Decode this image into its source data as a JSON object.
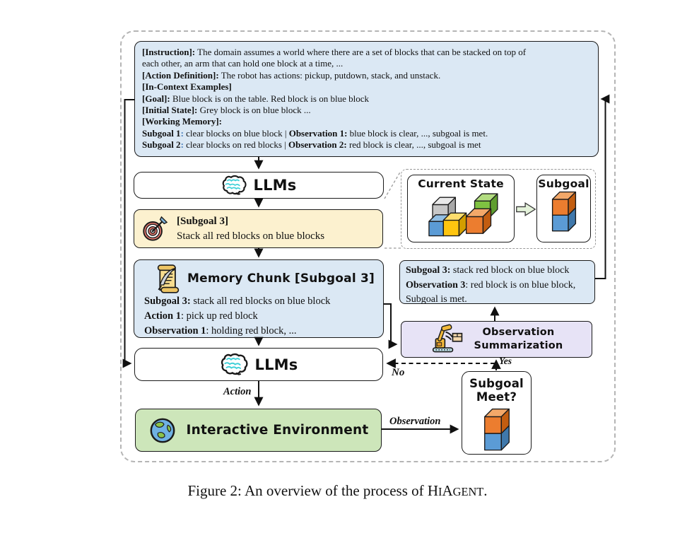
{
  "colors": {
    "box_blue": "#dbe8f4",
    "box_yellow": "#fcf1cf",
    "box_lavender": "#e7e3f6",
    "box_green": "#cde6ba",
    "brain_cyan": "#3fd0d8",
    "colon_blue": "#4a7ebb",
    "cube_grey": "#c7c7c7",
    "cube_green": "#7fc241",
    "cube_blue": "#5b9bd5",
    "cube_yellow": "#fec50f",
    "cube_orange": "#ec7d2f",
    "state_arrow_fill": "#e4f2da"
  },
  "diagram": {
    "instruction_box": {
      "lines": [
        [
          {
            "t": "[Instruction]:",
            "b": true
          },
          {
            "t": " The domain assumes a world where there are a set of blocks that can be stacked on top of"
          }
        ],
        [
          {
            "t": "each other,  an arm that can hold one block at a time, ..."
          }
        ],
        [
          {
            "t": "[Action Definition]:",
            "b": true
          },
          {
            "t": " The robot has actions: pickup, putdown, stack, and unstack."
          }
        ],
        [
          {
            "t": "[In-Context Examples]",
            "b": true
          }
        ],
        [
          {
            "t": "[Goal]:",
            "b": true
          },
          {
            "t": " Blue block is on the table. Red block is on blue block"
          }
        ],
        [
          {
            "t": "[Initial State]:",
            "b": true
          },
          {
            "t": " Grey block is on blue block ..."
          }
        ],
        [
          {
            "t": "[Working Memory]:",
            "b": true
          }
        ],
        [
          {
            "t": "Subgoal 1",
            "b": true
          },
          {
            "t": ":",
            "b": true,
            "c": "#4a7ebb"
          },
          {
            "t": " clear blocks on blue block | "
          },
          {
            "t": "Observation 1:",
            "b": true
          },
          {
            "t": " blue block is clear, ..., subgoal is met."
          }
        ],
        [
          {
            "t": "Subgoal 2",
            "b": true
          },
          {
            "t": ":",
            "b": true,
            "c": "#4a7ebb"
          },
          {
            "t": " clear blocks on red blocks | "
          },
          {
            "t": "Observation 2:",
            "b": true
          },
          {
            "t": " red block is clear, ..., subgoal is met"
          }
        ]
      ]
    },
    "llms_top": {
      "label": "LLMs"
    },
    "llms_bottom": {
      "label": "LLMs"
    },
    "subgoal3_box": {
      "lines": [
        [
          {
            "t": "[Subgoal 3]",
            "b": true
          }
        ],
        [
          {
            "t": "Stack all red blocks on blue blocks"
          }
        ]
      ]
    },
    "state_callout": {
      "current_state_title": "Current State",
      "subgoal_title": "Subgoal"
    },
    "memory_chunk": {
      "title": [
        {
          "t": "Memory Chunk "
        },
        {
          "t": "[Subgoal 3]",
          "b": true
        }
      ],
      "lines": [
        [
          {
            "t": "Subgoal 3:",
            "b": true
          },
          {
            "t": " stack all red blocks on blue block"
          }
        ],
        [
          {
            "t": "Action 1",
            "b": true
          },
          {
            "t": ": pick up red block"
          }
        ],
        [
          {
            "t": "Observation 1",
            "b": true
          },
          {
            "t": ": holding red block, ..."
          }
        ]
      ]
    },
    "subgoal_obs_box": {
      "lines": [
        [
          {
            "t": "Subgoal 3:",
            "b": true
          },
          {
            "t": " stack red block on blue block"
          }
        ],
        [
          {
            "t": "Observation 3",
            "b": true
          },
          {
            "t": ": red block is on blue block,"
          }
        ],
        [
          {
            "t": "Subgoal is met."
          }
        ]
      ]
    },
    "obs_summarization": {
      "label_line1": "Observation",
      "label_line2": "Summarization"
    },
    "subgoal_meet": {
      "label_line1": "Subgoal",
      "label_line2": "Meet?"
    },
    "environment": {
      "label": "Interactive Environment"
    },
    "edge_labels": {
      "action": "Action",
      "observation": "Observation",
      "no": "No",
      "yes": "Yes"
    }
  },
  "caption": {
    "segments": [
      {
        "t": "Figure 2: An overview of the process of H"
      },
      {
        "t": "I",
        "sc": true
      },
      {
        "t": "A"
      },
      {
        "t": "GENT",
        "sc": true
      },
      {
        "t": "."
      }
    ]
  }
}
